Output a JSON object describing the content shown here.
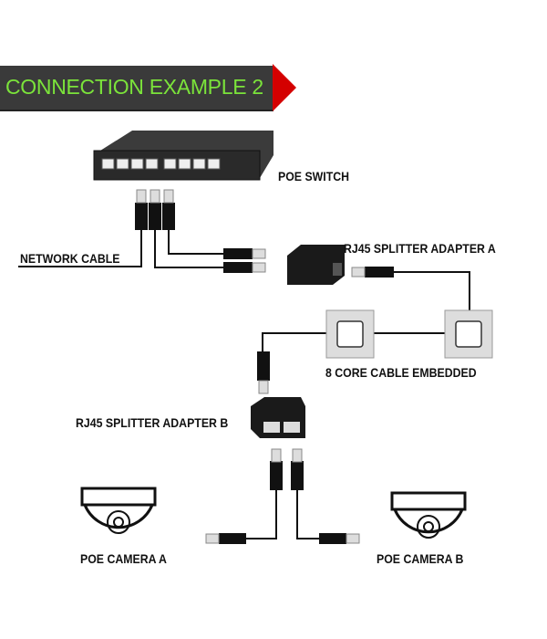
{
  "banner": {
    "title": "CONNECTION EXAMPLE 2",
    "background": "#3a3a3a",
    "text_color": "#7be33a",
    "arrow_color": "#d40000"
  },
  "labels": {
    "poe_switch": "POE SWITCH",
    "network_cable": "NETWORK CABLE",
    "splitter_a": "RJ45 SPLITTER ADAPTER A",
    "core_cable": "8 CORE CABLE EMBEDDED",
    "splitter_b": "RJ45 SPLITTER ADAPTER B",
    "camera_a": "POE CAMERA  A",
    "camera_b": "POE CAMERA  B"
  }
}
